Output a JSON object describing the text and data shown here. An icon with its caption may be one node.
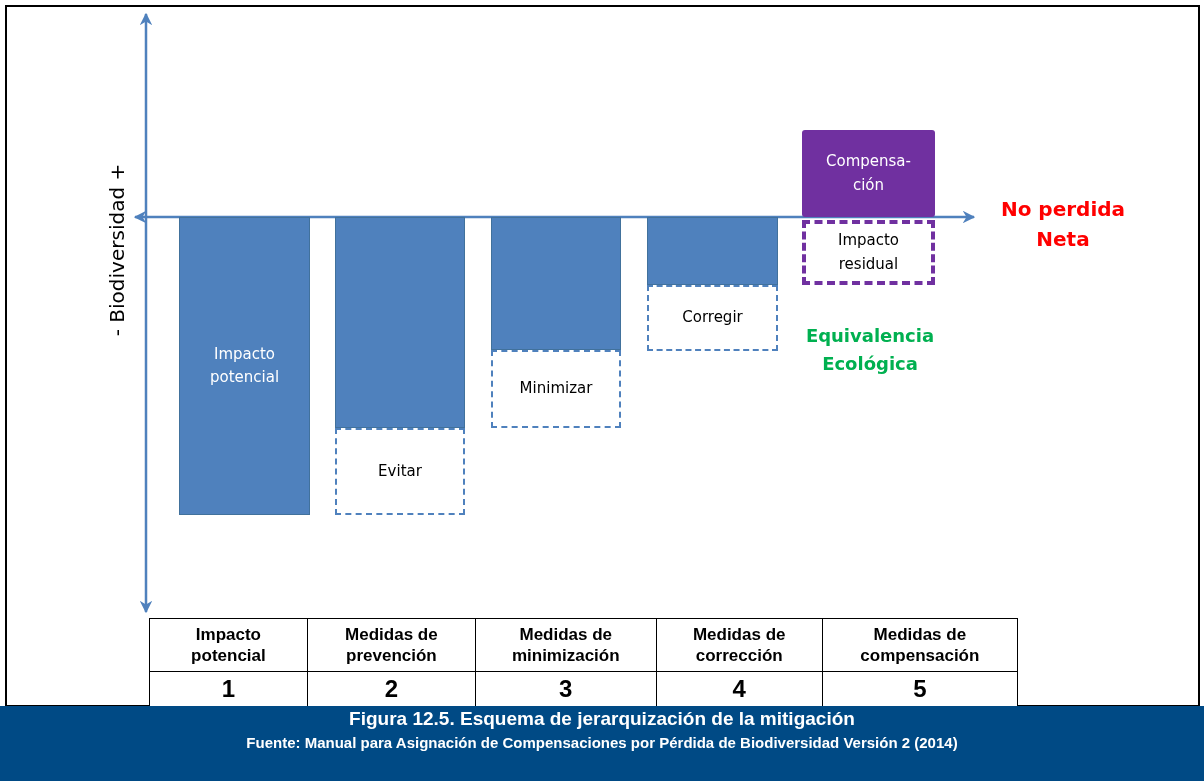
{
  "diagram": {
    "title": "Figura 12.5. Esquema de jerarquización de la mitigación",
    "caption": "Fuente: Manual para Asignación de Compensaciones por Pérdida de Biodiversidad Versión 2 (2014)",
    "nodes": [
      {
        "text": [
          "Impacto potencial"
        ]
      },
      {
        "text": [],
        "shape": "bar"
      },
      {
        "text": [
          "Evitar"
        ]
      },
      {
        "text": [],
        "shape": "bar"
      },
      {
        "text": [
          "Minimizar"
        ]
      },
      {
        "text": [],
        "shape": "bar"
      },
      {
        "text": [
          "Corregir"
        ]
      },
      {
        "text": [
          "Compensa- ción"
        ]
      },
      {
        "text": [
          "Impacto residual"
        ]
      }
    ],
    "labels": [
      "- Biodiversidad +",
      "No perdida Neta",
      "Equivalencia Ecológica",
      "Impacto potencial",
      "Medidas de prevención",
      "Medidas de minimización",
      "Medidas de corrección",
      "Medidas de compensación",
      "1",
      "2",
      "3",
      "4",
      "5"
    ]
  }
}
